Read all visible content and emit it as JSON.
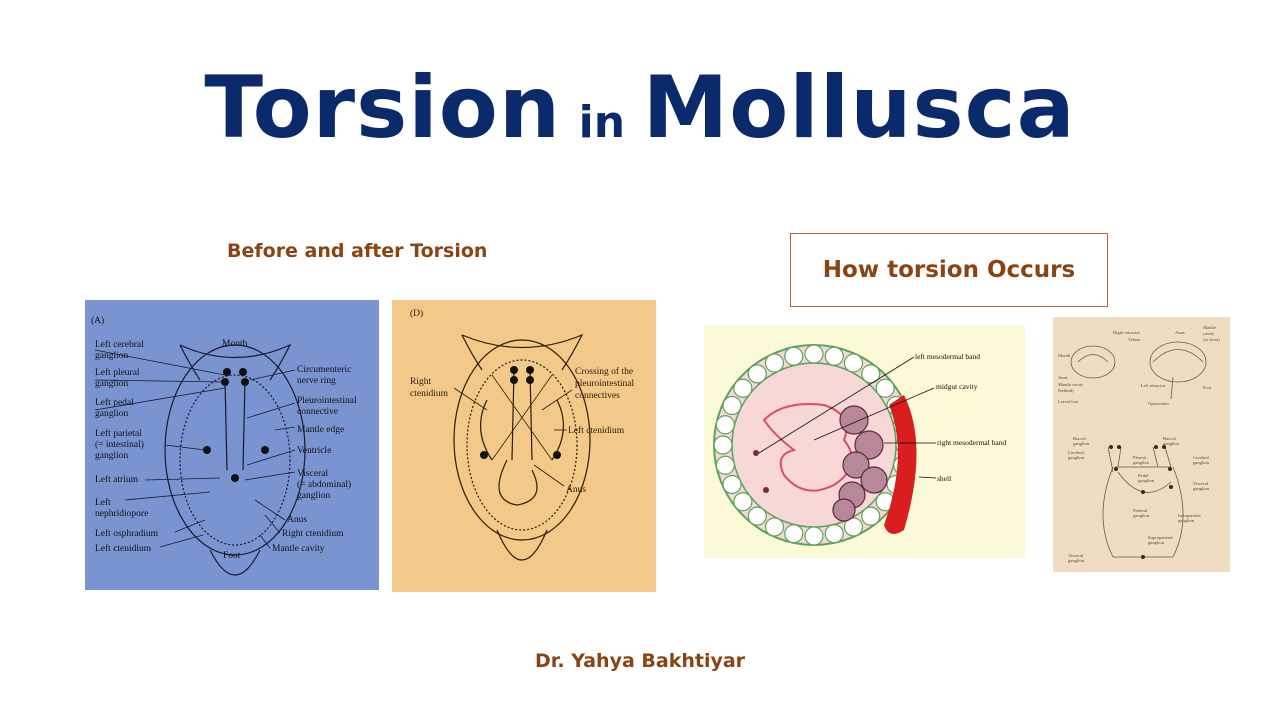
{
  "title": {
    "word1": "Torsion",
    "word2": "in",
    "word3": "Mollusca"
  },
  "section_before_after": "Before and after Torsion",
  "section_how": "How torsion Occurs",
  "author": "Dr. Yahya Bakhtiyar",
  "figure_a": {
    "tag": "(A)",
    "labels": {
      "mouth": "Mouth",
      "left_cerebral_1": "Left cerebral",
      "left_cerebral_2": "ganglion",
      "left_pleural_1": "Left pleural",
      "left_pleural_2": "ganglion",
      "left_pedal_1": "Left pedal",
      "left_pedal_2": "ganglion",
      "left_parietal_1": "Left parietal",
      "left_parietal_2": "(= intestinal)",
      "left_parietal_3": "ganglion",
      "left_atrium": "Left atrium",
      "left_nephridiopore_1": "Left",
      "left_nephridiopore_2": "nephridiopore",
      "left_osphradium": "Left osphradium",
      "left_ctenidium": "Left ctenidium",
      "foot": "Foot",
      "circumenteric_1": "Circumenteric",
      "circumenteric_2": "nerve ring",
      "pleurointestinal_1": "Pleurointestinal",
      "pleurointestinal_2": "connective",
      "mantle_edge": "Mantle edge",
      "ventricle": "Ventricle",
      "visceral_1": "Visceral",
      "visceral_2": "(= abdominal)",
      "visceral_3": "ganglion",
      "anus": "Anus",
      "right_ctenidium": "Right ctenidium",
      "mantle_cavity": "Mantle cavity"
    }
  },
  "figure_d": {
    "tag": "(D)",
    "labels": {
      "right_ctenidium_1": "Right",
      "right_ctenidium_2": "ctenidium",
      "crossing_1": "Crossing of the",
      "crossing_2": "pleurointestinal",
      "crossing_3": "connectives",
      "left_ctenidium": "Left ctenidium",
      "anus": "Anus"
    }
  },
  "figure_e": {
    "labels": {
      "left_mesodermal_band": "left mesodermal band",
      "midgut_cavity": "midgut cavity",
      "right_mesodermal_band": "right mesodermal band",
      "shell": "shell"
    }
  },
  "figure_f": {
    "labels": {
      "right_retractor": "Right retractor",
      "velum": "Velum",
      "anus": "Anus",
      "mantle_cavity_1": "Mantle",
      "mantle_cavity_2": "cavity",
      "mantle_cavity_3": "(to front)",
      "mouth": "Mouth",
      "anus_b": "Anus",
      "mantle_cavity_b": "Mantle cavity",
      "mantle_cavity_b2": "(behind)",
      "left_retractor": "Left retractor",
      "larval_foot": "Larval foot",
      "operculum": "Operculum",
      "foot": "Foot",
      "buccal_1": "Buccal",
      "buccal_2": "ganglion",
      "buccal_r1": "Buccal",
      "buccal_r2": "ganglion",
      "cerebral_1": "Cerebral",
      "cerebral_2": "ganglion",
      "pleural_1": "Pleural",
      "pleural_2": "ganglion",
      "cerebral_r1": "Cerebral",
      "cerebral_r2": "ganglion",
      "pedal_1": "Pedal",
      "pedal_2": "ganglion",
      "visceral_1": "Visceral",
      "visceral_2": "ganglion",
      "parietal_1": "Parietal",
      "parietal_2": "ganglion",
      "infraparietal_1": "Infraparietal",
      "infraparietal_2": "ganglion",
      "supraparietal_1": "Supraparietal",
      "supraparietal_2": "ganglion",
      "visceral_b1": "Visceral",
      "visceral_b2": "ganglion"
    }
  },
  "colors": {
    "title": "#0b2a6b",
    "section_text": "#8a4413",
    "box_border": "#b0643a",
    "figure_a_bg": "#7a93d1",
    "figure_d_bg": "#f3c98a",
    "figure_e_bg": "#fbf9d8",
    "figure_f_bg": "#f0dcc0"
  }
}
